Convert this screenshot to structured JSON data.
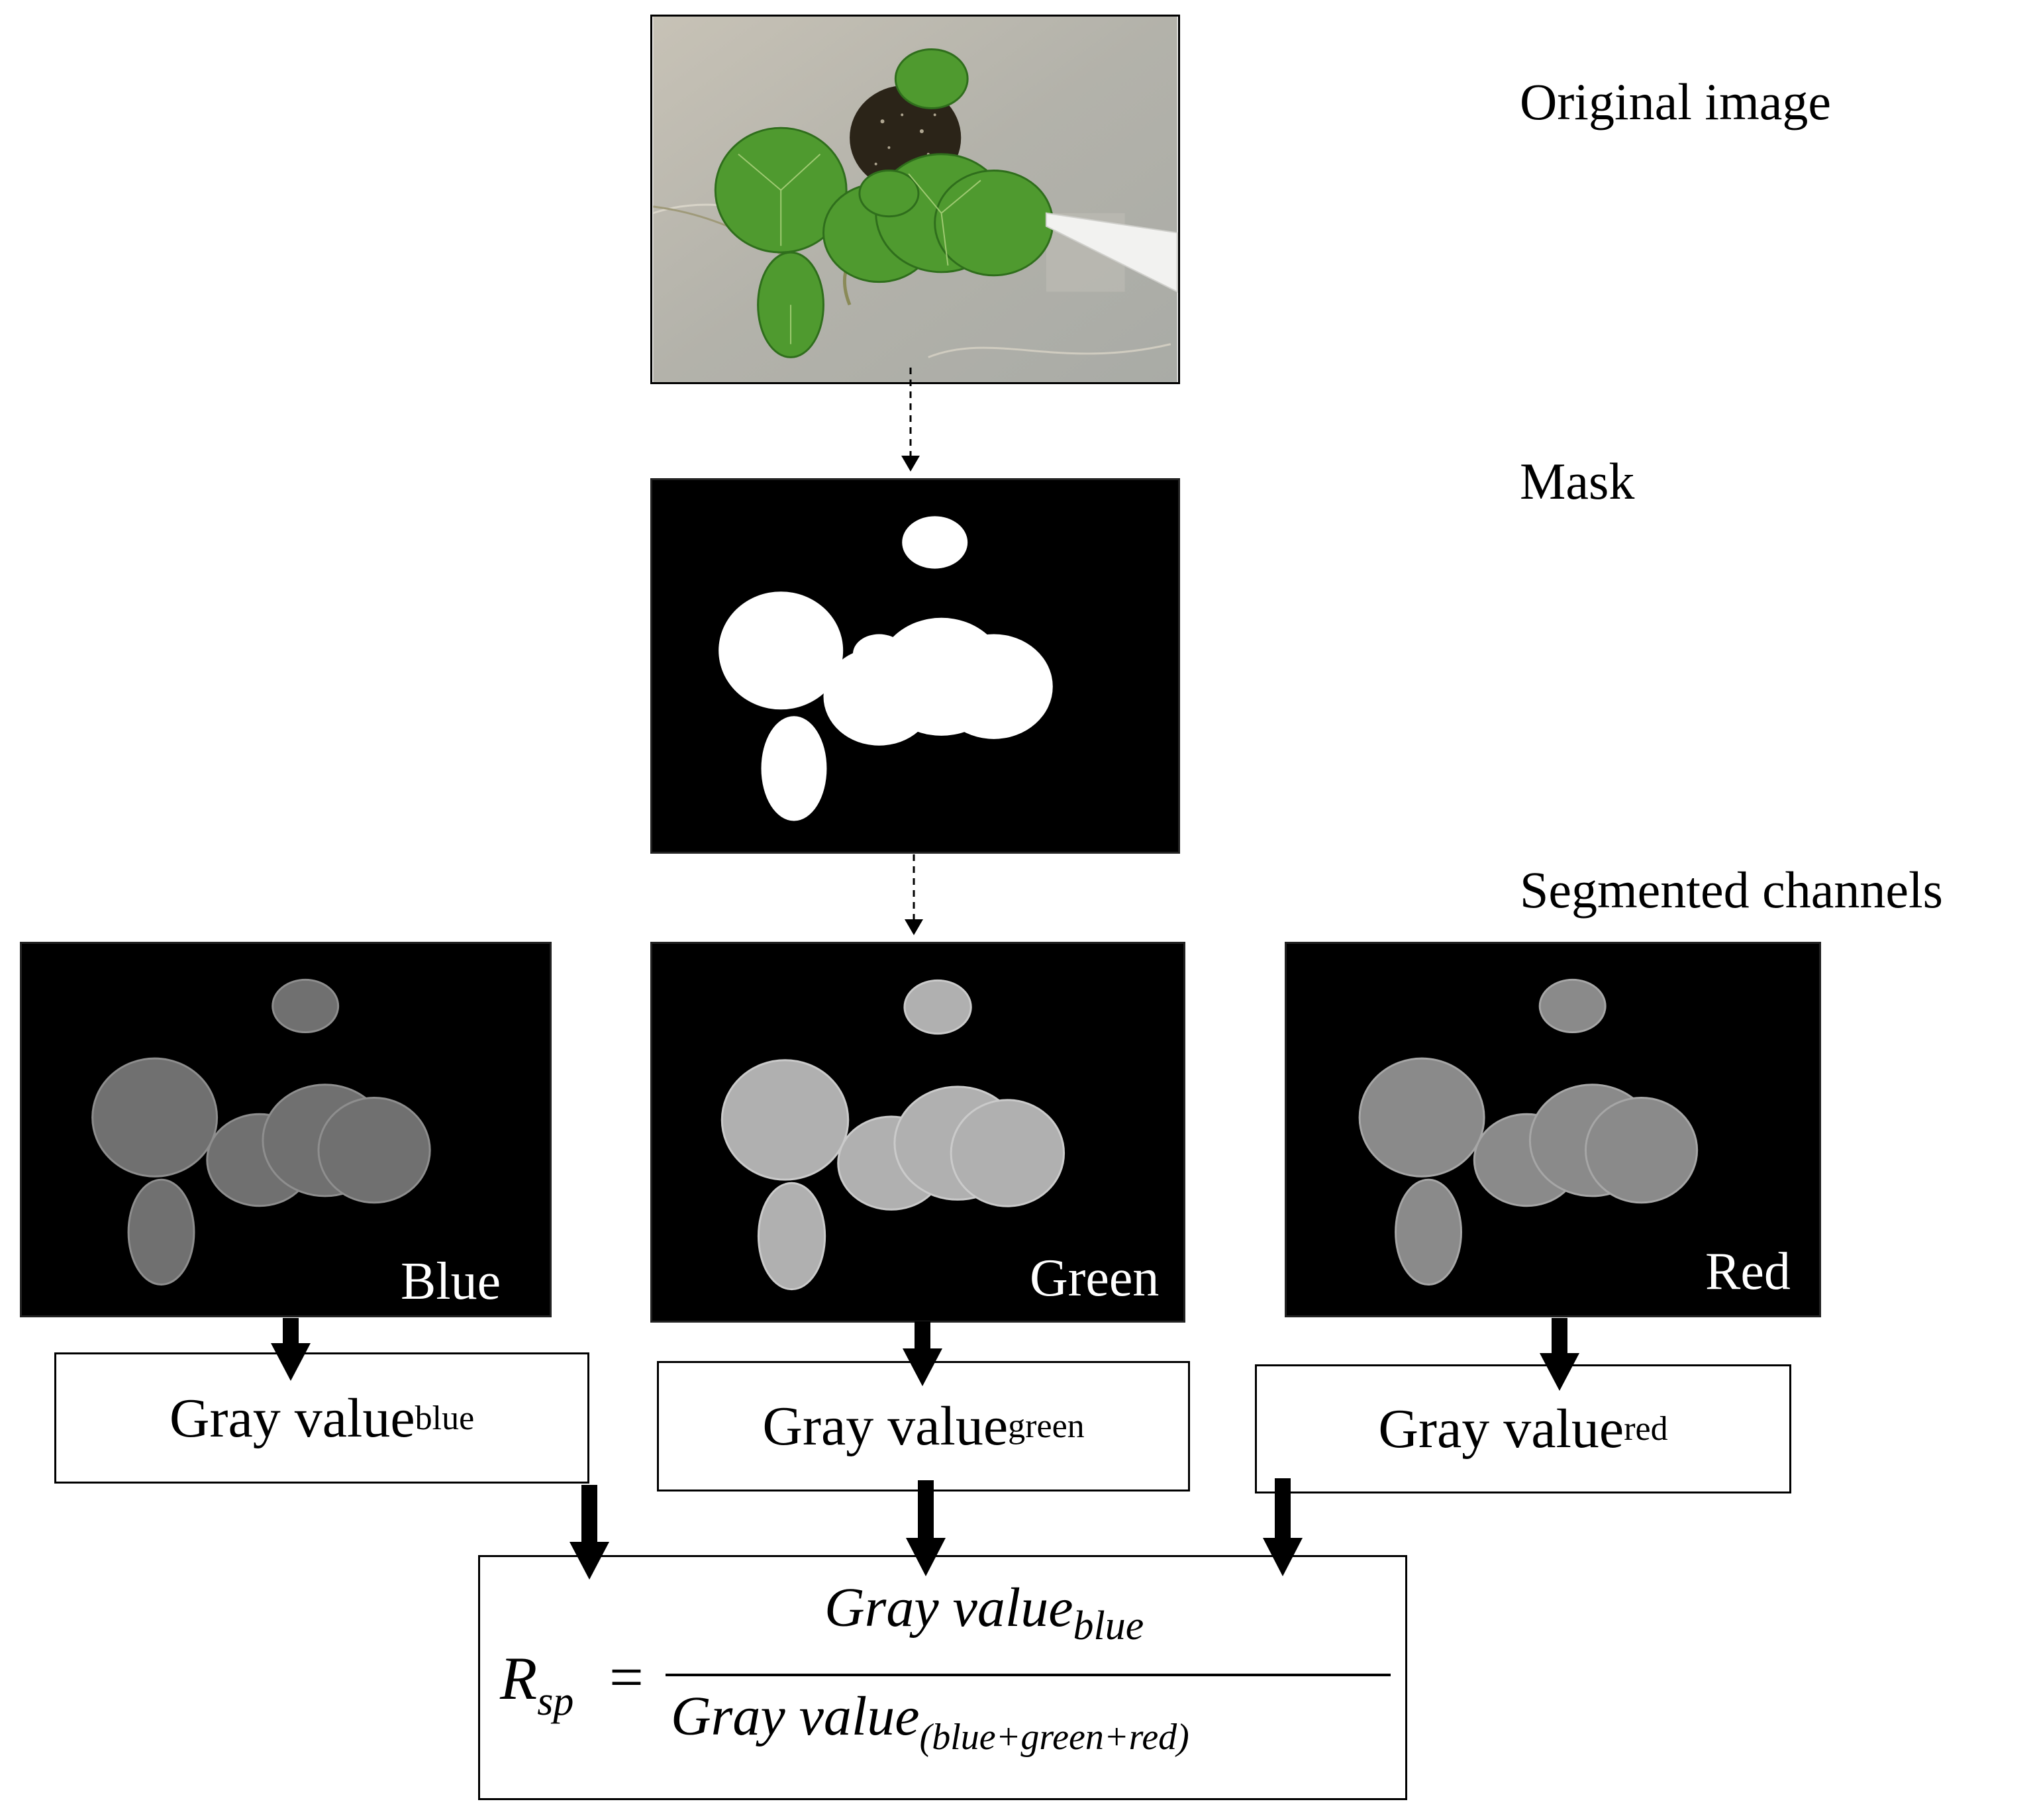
{
  "labels": {
    "original": "Original image",
    "mask": "Mask",
    "segmented": "Segmented channels"
  },
  "channels": {
    "blue": "Blue",
    "green": "Green",
    "red": "Red"
  },
  "gray_values": {
    "blue": {
      "main": "Gray value",
      "sub": "blue"
    },
    "green": {
      "main": "Gray value",
      "sub": "green"
    },
    "red": {
      "main": "Gray value",
      "sub": "red"
    }
  },
  "formula": {
    "lhs": "R",
    "lhs_sub": "sp",
    "equals": "=",
    "num_main": "Gray value",
    "num_sub": "blue",
    "den_main": "Gray value",
    "den_sub": "(blue+green+red)"
  },
  "colors": {
    "leaf": "#4f9a2f",
    "leaf_dark": "#2f6e1c",
    "ground": "#b9b7ae",
    "soil": "#2b2418",
    "blue_channel": "#707070",
    "green_channel": "#b0b0b0",
    "red_channel": "#8a8a8a"
  }
}
